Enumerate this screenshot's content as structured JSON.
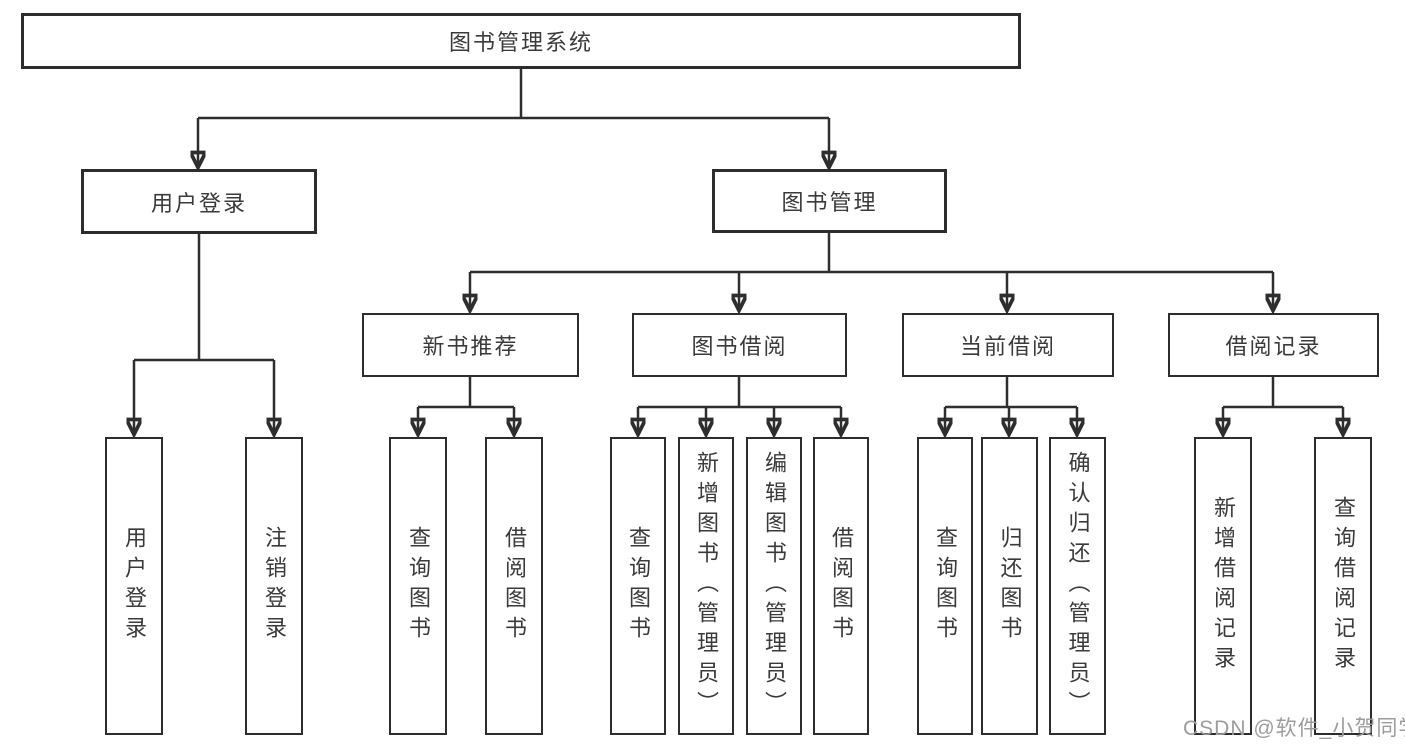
{
  "diagram": {
    "type": "hierarchy-tree",
    "colors": {
      "line": "#2e2e2e",
      "box_border": "#2d2d2d",
      "text": "#3a3a3a",
      "background": "#ffffff",
      "watermark": "#9c9c9c"
    }
  },
  "watermark": "CSDN @软件_小贺同学",
  "tree": {
    "root": {
      "label": "图书管理系统",
      "children": [
        {
          "label": "用户登录",
          "children": [
            {
              "label": "用户登录"
            },
            {
              "label": "注销登录"
            }
          ]
        },
        {
          "label": "图书管理",
          "children": [
            {
              "label": "新书推荐",
              "children": [
                {
                  "label": "查询图书"
                },
                {
                  "label": "借阅图书"
                }
              ]
            },
            {
              "label": "图书借阅",
              "children": [
                {
                  "label": "查询图书"
                },
                {
                  "label": "新增图书（管理员）"
                },
                {
                  "label": "编辑图书（管理员）"
                },
                {
                  "label": "借阅图书"
                }
              ]
            },
            {
              "label": "当前借阅",
              "children": [
                {
                  "label": "查询图书"
                },
                {
                  "label": "归还图书"
                },
                {
                  "label": "确认归还（管理员）"
                }
              ]
            },
            {
              "label": "借阅记录",
              "children": [
                {
                  "label": "新增借阅记录"
                },
                {
                  "label": "查询借阅记录"
                }
              ]
            }
          ]
        }
      ]
    }
  }
}
